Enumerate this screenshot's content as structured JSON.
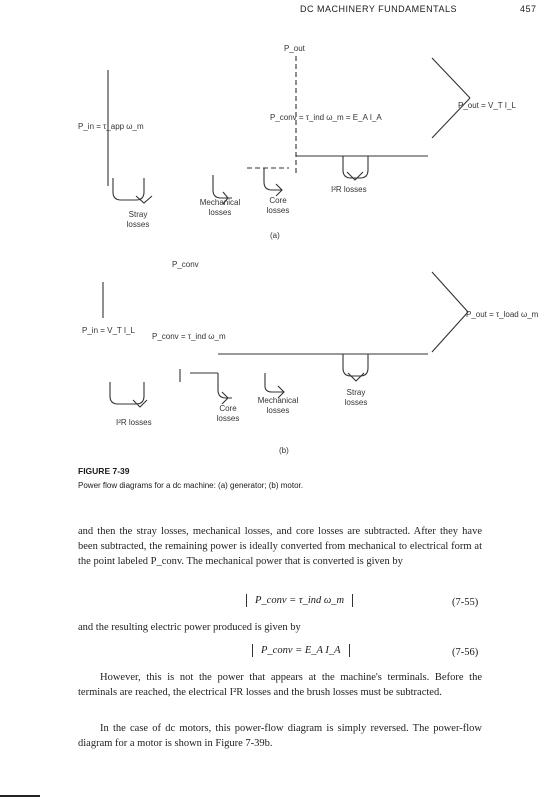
{
  "header": {
    "running_head": "DC MACHINERY FUNDAMENTALS",
    "page_number": "457"
  },
  "figure": {
    "part_a": {
      "p_out_top": "P_out",
      "p_in": "P_in = τ_app ω_m",
      "p_conv": "P_conv = τ_ind ω_m = E_A I_A",
      "p_out_right": "P_out = V_T I_L",
      "losses": {
        "stray": "Stray losses",
        "mechanical": "Mechanical losses",
        "core": "Core losses",
        "copper": "I²R losses"
      },
      "label": "(a)"
    },
    "part_b": {
      "p_conv_top": "P_conv",
      "p_in": "P_in = V_T I_L",
      "p_conv": "P_conv = τ_ind ω_m",
      "p_out_right": "P_out = τ_load ω_m",
      "losses": {
        "copper": "I²R losses",
        "core": "Core losses",
        "mechanical": "Mechanical losses",
        "stray": "Stray losses"
      },
      "label": "(b)"
    },
    "caption_heading": "FIGURE 7-39",
    "caption_text": "Power flow diagrams for a dc machine: (a) generator; (b) motor."
  },
  "body": {
    "para1": "and then the stray losses, mechanical losses, and core losses are subtracted. After they have been subtracted, the remaining power is ideally converted from mechanical to electrical form at the point labeled P_conv. The mechanical power that is converted is given by",
    "eq1": "P_conv = τ_ind ω_m",
    "eq1_num": "(7-55)",
    "para2": "and the resulting electric power produced is given by",
    "eq2": "P_conv = E_A I_A",
    "eq2_num": "(7-56)",
    "para3": "However, this is not the power that appears at the machine's terminals. Before the terminals are reached, the electrical I²R losses and the brush losses must be subtracted.",
    "para4": "In the case of dc motors, this power-flow diagram is simply reversed. The power-flow diagram for a motor is shown in Figure 7-39b."
  }
}
